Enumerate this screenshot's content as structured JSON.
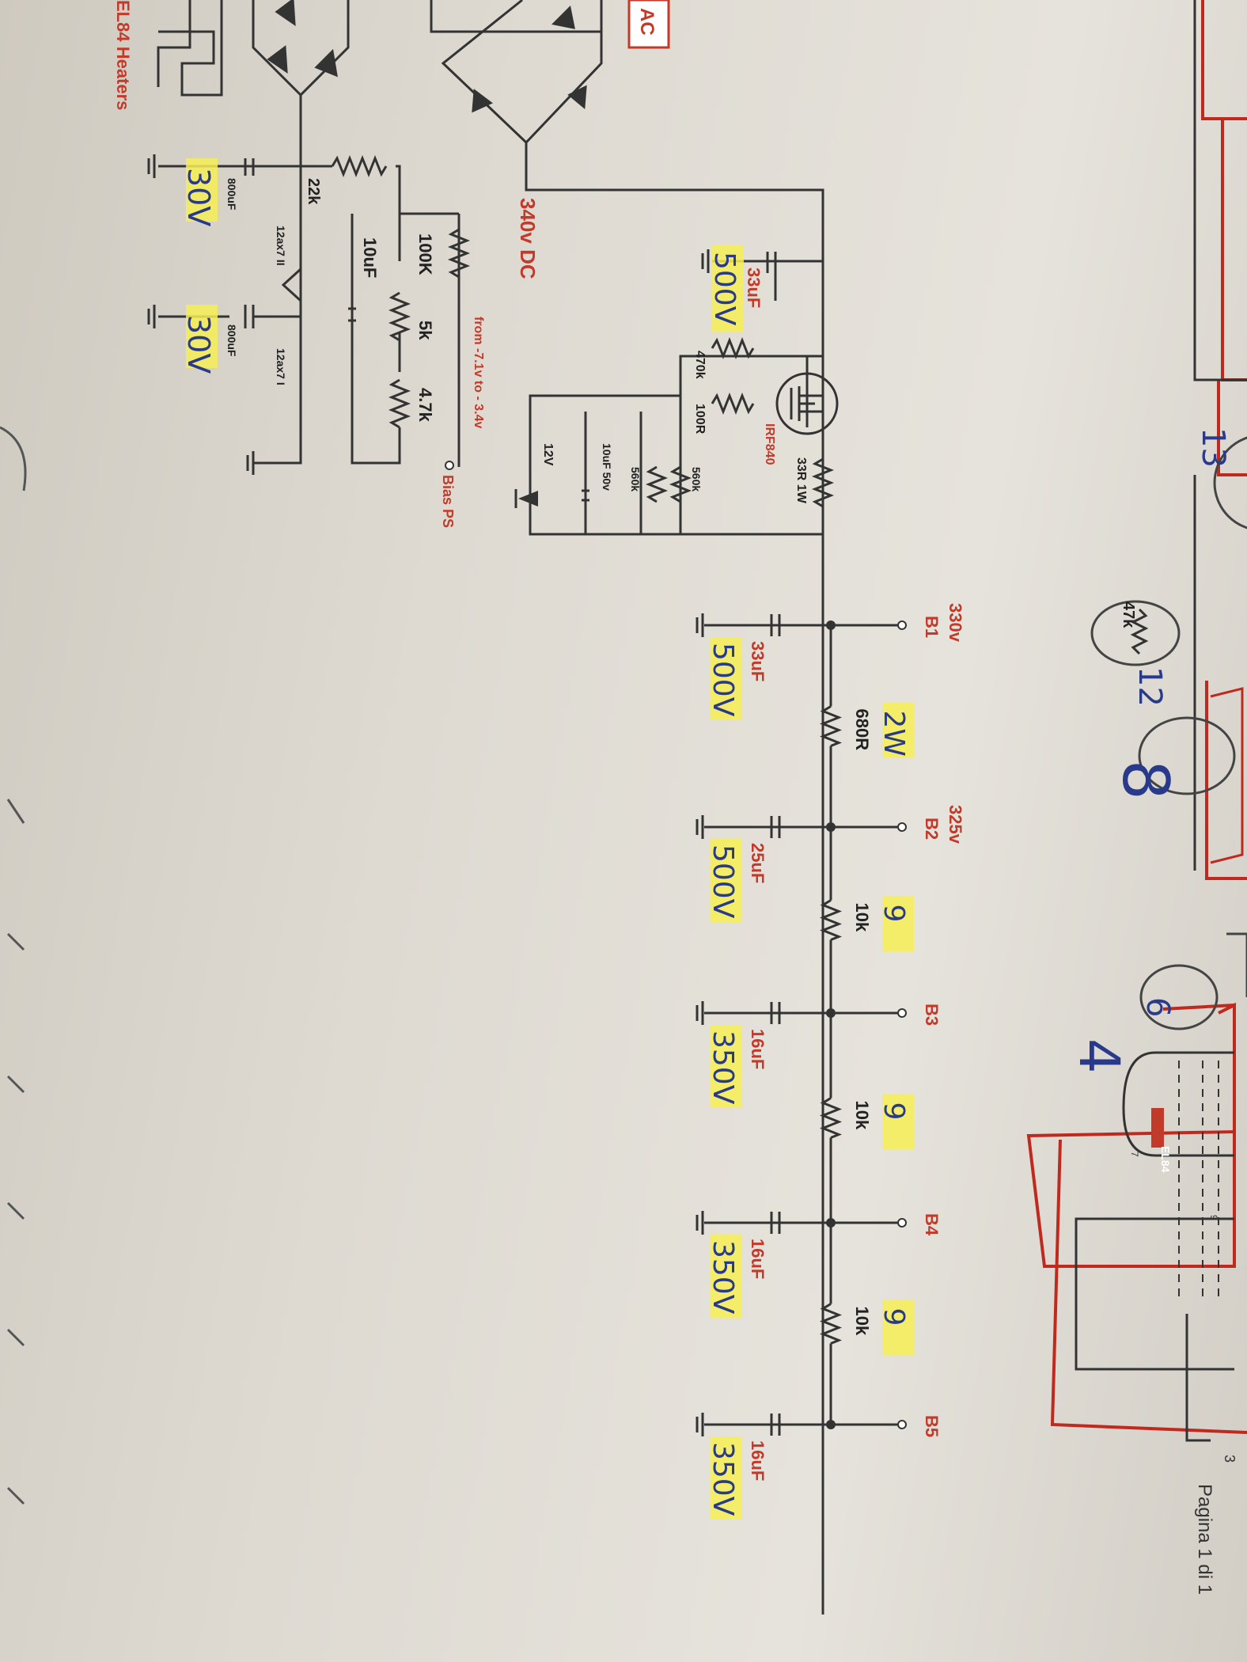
{
  "supply": {
    "label": "340v DC"
  },
  "heaters": {
    "label": "EL84 Heaters",
    "ac": "AC"
  },
  "bias": {
    "label": "Bias PS",
    "range": "from -7.1v to - 3.4v",
    "r_100k": "100K",
    "r_5k": "5k",
    "r_4k7": "4.7k",
    "c_10uf": "10uF",
    "r_22k": "22k",
    "c_800a": "800uF",
    "c_800b": "800uF",
    "tube_a": "12ax7 II",
    "tube_b": "12ax7 I",
    "note_a": "30V",
    "note_b": "30V"
  },
  "filter": {
    "c_main": "33uF",
    "c_main_note": "500V",
    "r_470k": "470k",
    "r_100r": "100R",
    "mosfet": "IRF840",
    "r_33r": "33R 1W",
    "r_560k_a": "560k",
    "r_560k_b": "560k",
    "c_10uf50v": "10uF 50v",
    "zener": "12V"
  },
  "nodes": [
    {
      "voltage": "330v",
      "name": "B1",
      "cap": "33uF",
      "cap_note": "500V",
      "res": "680R",
      "res_note": "2W"
    },
    {
      "voltage": "325v",
      "name": "B2",
      "cap": "25uF",
      "cap_note": "500V",
      "res": "10k",
      "res_note": "9"
    },
    {
      "voltage": "",
      "name": "B3",
      "cap": "16uF",
      "cap_note": "350V",
      "res": "10k",
      "res_note": "9"
    },
    {
      "voltage": "",
      "name": "B4",
      "cap": "16uF",
      "cap_note": "350V",
      "res": "10k",
      "res_note": "9"
    },
    {
      "voltage": "",
      "name": "B5",
      "cap": "16uF",
      "cap_note": "350V",
      "res": "",
      "res_note": ""
    }
  ],
  "tube": {
    "label": "EL84",
    "pin7": "7",
    "pin9": "9",
    "pin3": "3"
  },
  "hand_notes": {
    "n13": "13",
    "n12": "12",
    "n8": "8",
    "n6": "6",
    "n4": "4",
    "r47k": "47k"
  },
  "footer": {
    "page": "Pagina 1 di 1"
  },
  "colors": {
    "ink": "#c23a2a",
    "pen": "#2a3a8a",
    "highlight": "#f6ee55"
  }
}
